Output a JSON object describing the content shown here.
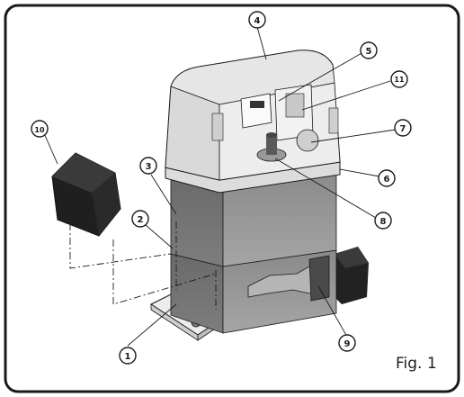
{
  "figure": {
    "caption": "Fig. 1"
  },
  "callouts": [
    {
      "id": "1",
      "label": "1"
    },
    {
      "id": "2",
      "label": "2"
    },
    {
      "id": "3",
      "label": "3"
    },
    {
      "id": "4",
      "label": "4"
    },
    {
      "id": "5",
      "label": "5"
    },
    {
      "id": "6",
      "label": "6"
    },
    {
      "id": "7",
      "label": "7"
    },
    {
      "id": "8",
      "label": "8"
    },
    {
      "id": "9",
      "label": "9"
    },
    {
      "id": "10",
      "label": "10"
    },
    {
      "id": "11",
      "label": "11"
    }
  ],
  "colors": {
    "frame": "#1a1a1a",
    "cover": "#e9e9e9",
    "body": "#8f8f8f",
    "dark": "#1e1e1e"
  }
}
